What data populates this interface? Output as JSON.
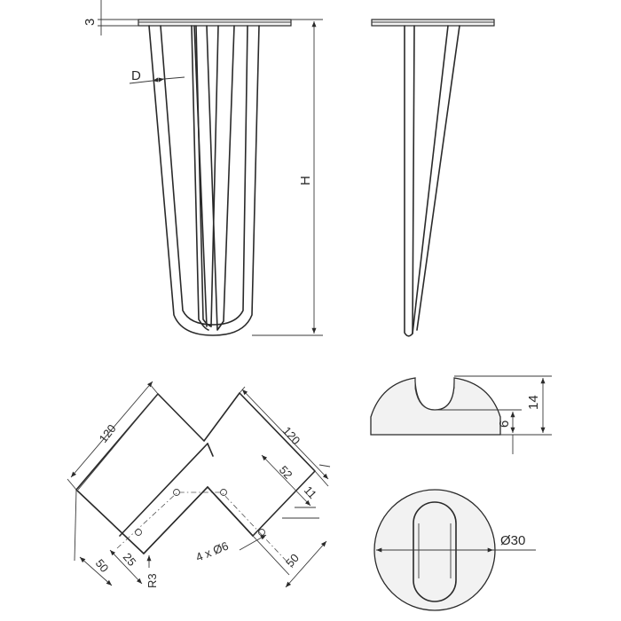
{
  "dimensions": {
    "plate_thickness": "3",
    "rod_diameter": "D",
    "height": "H",
    "arm_length_left": "120",
    "arm_length_right": "120",
    "hole_spacing": "52",
    "edge_offset": "11",
    "holes": "4 x Ø6",
    "arm_width_left": "50",
    "arm_width_right": "50",
    "inner_offset": "25",
    "corner_radius": "R3",
    "foot_height": "14",
    "foot_notch": "6",
    "foot_diameter": "Ø30"
  }
}
